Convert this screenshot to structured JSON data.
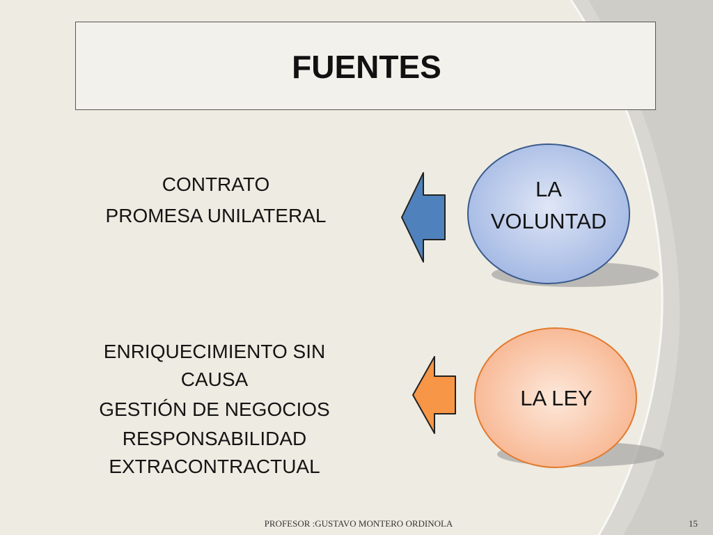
{
  "slide": {
    "title": "FUENTES",
    "footer": "PROFESOR :GUSTAVO MONTERO ORDINOLA",
    "page_number": "15"
  },
  "nodes": {
    "voluntad": {
      "label_line1": "LA",
      "label_line2": "VOLUNTAD",
      "fill": "#a9bde6",
      "stroke": "#3a5a8c"
    },
    "ley": {
      "label": "LA LEY",
      "fill": "#f9c2a2",
      "stroke": "#e27a2e"
    }
  },
  "arrows": {
    "voluntad_arrow_color": "#4f81bd",
    "ley_arrow_color": "#f79646"
  },
  "lists": {
    "voluntad_sources": [
      "CONTRATO",
      "PROMESA UNILATERAL"
    ],
    "ley_sources": {
      "item1_line1": "ENRIQUECIMIENTO SIN",
      "item1_line2": "CAUSA",
      "item2": "GESTIÓN DE NEGOCIOS",
      "item3_line1": "RESPONSABILIDAD",
      "item3_line2": "EXTRACONTRACTUAL"
    }
  }
}
